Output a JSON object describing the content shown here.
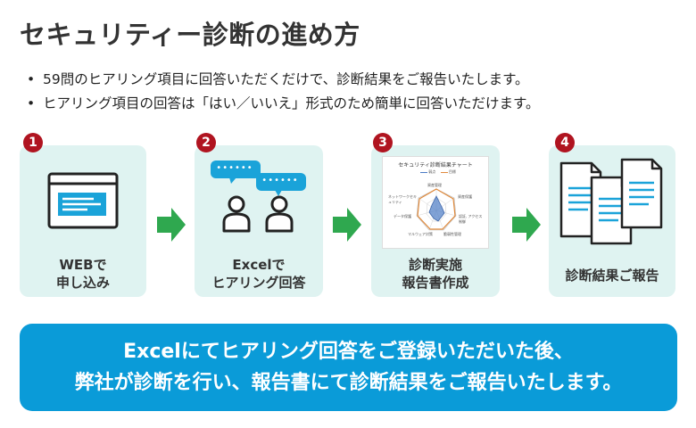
{
  "title": "セキュリティー診断の進め方",
  "bullets": [
    "59問のヒアリング項目に回答いただくだけで、診断結果をご報告いたします。",
    "ヒアリング項目の回答は「はい／いいえ」形式のため簡単に回答いただけます。"
  ],
  "bullet_marker": "•",
  "steps": [
    {
      "number": "1",
      "label_line1": "WEBで",
      "label_line2": "申し込み"
    },
    {
      "number": "2",
      "label_line1": "Excelで",
      "label_line2": "ヒアリング回答"
    },
    {
      "number": "3",
      "label_line1": "診断実施",
      "label_line2": "報告書作成"
    },
    {
      "number": "4",
      "label_line1": "診断結果ご報告",
      "label_line2": ""
    }
  ],
  "speech_dots": "••••••",
  "report_preview": {
    "title": "セキュリティ診断結果チャート",
    "legend": [
      "弱点",
      "目標"
    ],
    "axis_labels": [
      "資産管理",
      "資産保護",
      "認証, アクセス制御",
      "脆弱性管理",
      "マルウェア対策",
      "データ保護",
      "ネットワークセキュリティ"
    ]
  },
  "banner": {
    "line1": "Excelにてヒアリング回答をご登録いただいた後、",
    "line2": "弊社が診断を行い、報告書にて診断結果をご報告いたします。"
  },
  "colors": {
    "step_bg": "#dff3f1",
    "badge": "#b01420",
    "arrow": "#2fa84f",
    "banner": "#0a9bd8",
    "accent": "#1aa3d9"
  }
}
